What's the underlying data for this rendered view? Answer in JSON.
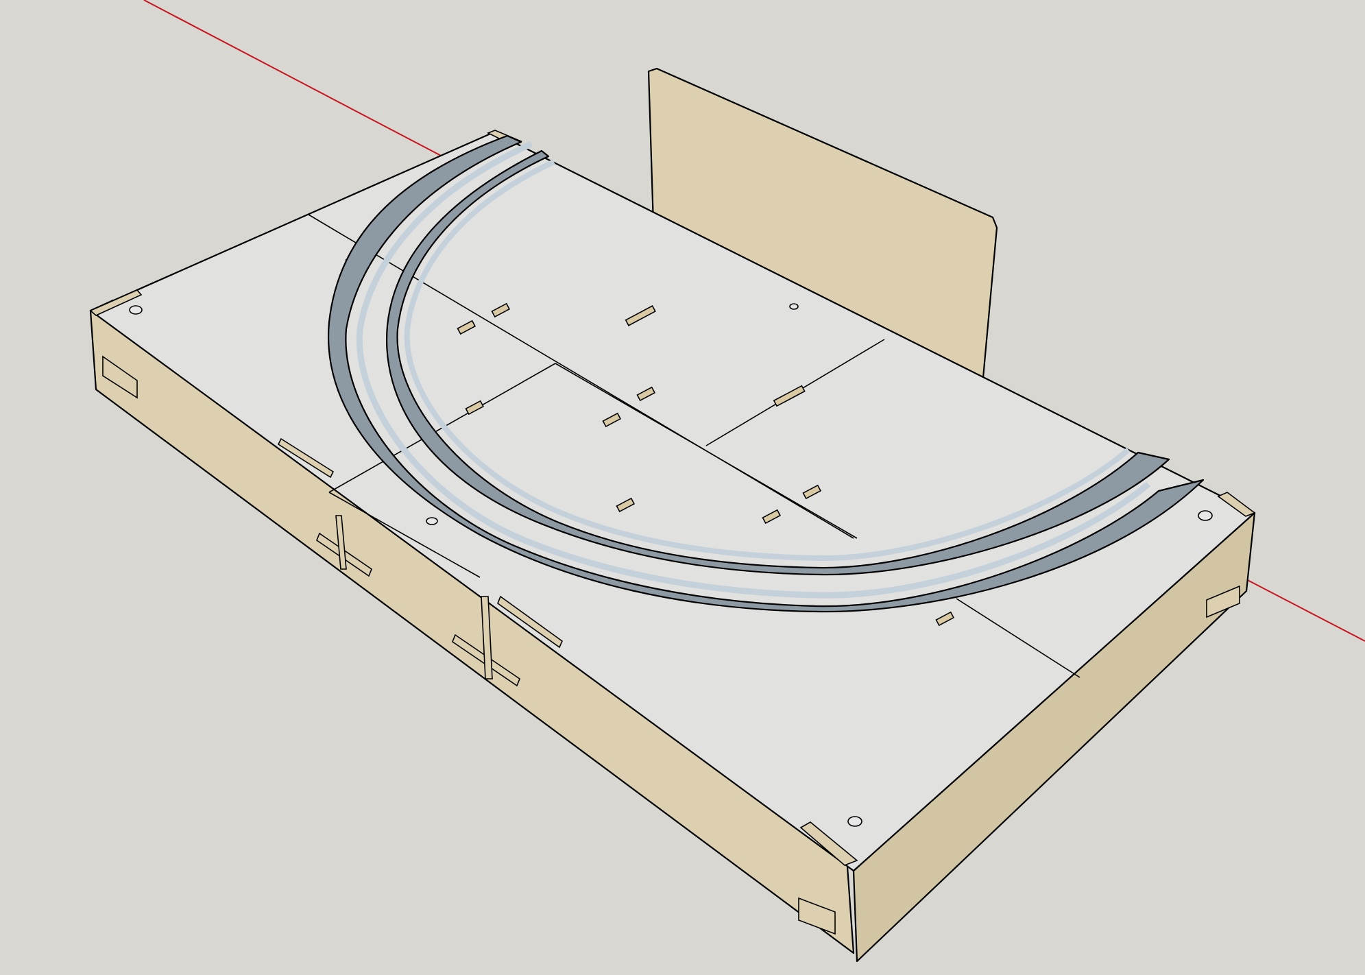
{
  "app": {
    "kind": "3d-modeling-viewport",
    "background_color": "#d8d7d2"
  },
  "scene": {
    "object_name": "",
    "colors": {
      "red_axis": "#c8141e",
      "board_top": "#e1e1e0",
      "wood_front": "#ddd0b0",
      "wood_side": "#d2c5a4",
      "track_dark": "#8e9aa3",
      "track_light": "#c4d1da",
      "backdrop": "#ddd0b0",
      "outline": "#000000"
    },
    "components": [
      {
        "name": "layout-base-box"
      },
      {
        "name": "curved-track-outer"
      },
      {
        "name": "curved-track-inner"
      },
      {
        "name": "backdrop-panel"
      },
      {
        "name": "red-axis-line"
      }
    ]
  }
}
